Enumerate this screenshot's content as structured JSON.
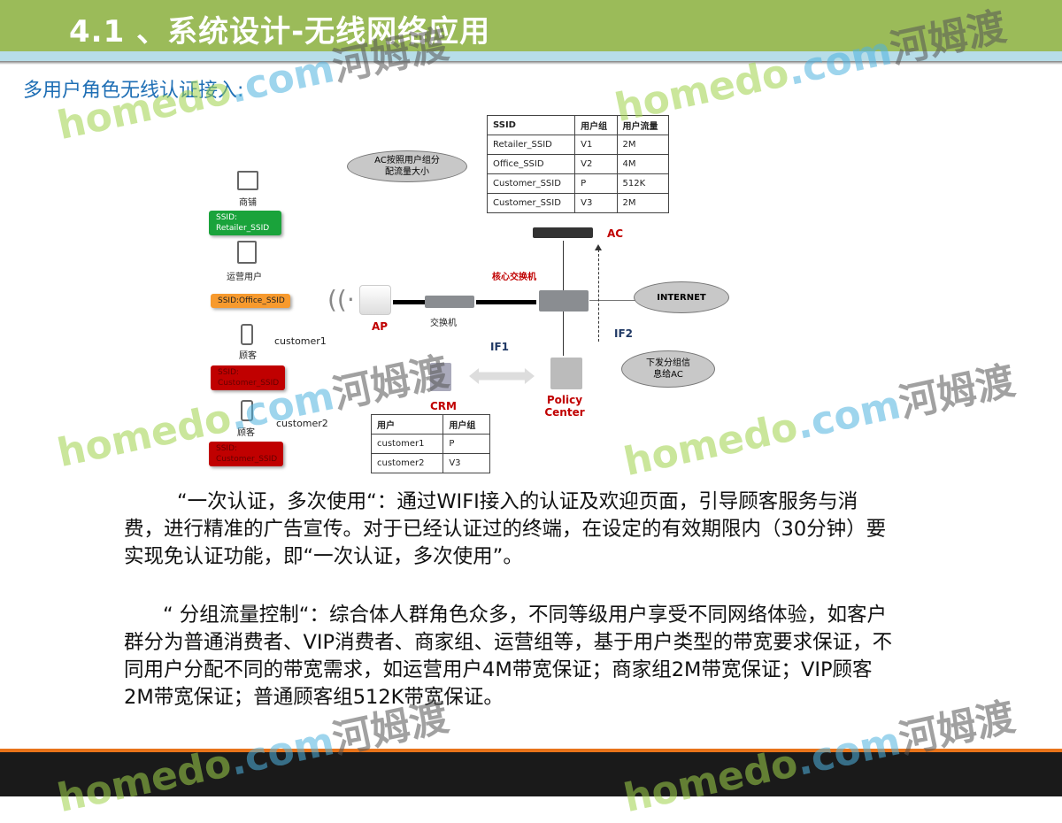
{
  "header": {
    "title": "4.1 、系统设计-无线网络应用"
  },
  "subtitle": "多用户角色无线认证接入:",
  "diagram": {
    "ssid_table": {
      "headers": [
        "SSID",
        "用户组",
        "用户流量"
      ],
      "rows": [
        [
          "Retailer_SSID",
          "V1",
          "2M"
        ],
        [
          "Office_SSID",
          "V2",
          "4M"
        ],
        [
          "Customer_SSID",
          "P",
          "512K"
        ],
        [
          "Customer_SSID",
          "V3",
          "2M"
        ]
      ]
    },
    "cloud_ac": "AC按照用户组分配流量大小",
    "cloud_internet": "INTERNET",
    "cloud_policy": "下发分组信息给AC",
    "users": [
      {
        "label": "商铺",
        "ssid": "SSID: Retailer_SSID",
        "color": "#1aa33b"
      },
      {
        "label": "运营用户",
        "ssid": "SSID:Office_SSID",
        "color": "#f79a2e"
      },
      {
        "label": "顾客",
        "name": "customer1",
        "ssid": "SSID: Customer_SSID",
        "color": "#c00000"
      },
      {
        "label": "顾客",
        "name": "customer2",
        "ssid": "SSID: Customer_SSID",
        "color": "#c00000"
      }
    ],
    "ap": "AP",
    "switch": "交换机",
    "core_switch": "核心交换机",
    "ac": "AC",
    "if1": "IF1",
    "if2": "IF2",
    "crm": "CRM",
    "policy": "Policy Center",
    "crm_table": {
      "headers": [
        "用户",
        "用户组"
      ],
      "rows": [
        [
          "customer1",
          "P"
        ],
        [
          "customer2",
          "V3"
        ]
      ]
    }
  },
  "paragraphs": [
    "“一次认证，多次使用“：通过WIFI接入的认证及欢迎页面，引导顾客服务与消费，进行精准的广告宣传。对于已经认证过的终端，在设定的有效期限内（30分钟）要实现免认证功能，即“一次认证，多次使用”。",
    "“ 分组流量控制“：综合体人群角色众多，不同等级用户享受不同网络体验，如客户群分为普通消费者、VIP消费者、商家组、运营组等，基于用户类型的带宽要求保证，不同用户分配不同的带宽需求，如运营用户4M带宽保证；商家组2M带宽保证；VIP顾客2M带宽保证；普通顾客组512K带宽保证。"
  ],
  "watermark": {
    "a": "homedo",
    "b": ".com",
    "c": "河姆渡"
  }
}
